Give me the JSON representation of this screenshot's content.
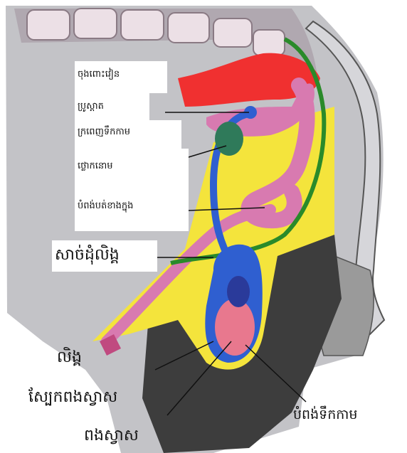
{
  "labels": {
    "rectum": "ចុងពោះវៀន",
    "prostate": "ប្រូស្តាត",
    "seminal_vesicle": "ក្រពេញទឹកកាម",
    "epididymis": "ថ្លោកនោម",
    "inner_duct": "បំពង់បត់ខាងក្នុង",
    "penis_muscle": "សាច់ដុំលិង្គ",
    "penis": "លិង្គ",
    "scrotum_skin": "ស្បែកពងស្វាស",
    "testis": "ពងស្វាស",
    "vas_deferens": "បំពង់ទឹកកាម"
  },
  "colors": {
    "bone": "#ece0e6",
    "body_gray": "#c3c3c7",
    "dark_gray": "#3d3d3d",
    "fat_yellow": "#f4e43c",
    "rectum_red": "#f03030",
    "organ_pink": "#d87ab0",
    "duct_blue": "#2f5fd0",
    "nerve_green": "#2a8a2a",
    "testis_pink": "#e8788e"
  }
}
